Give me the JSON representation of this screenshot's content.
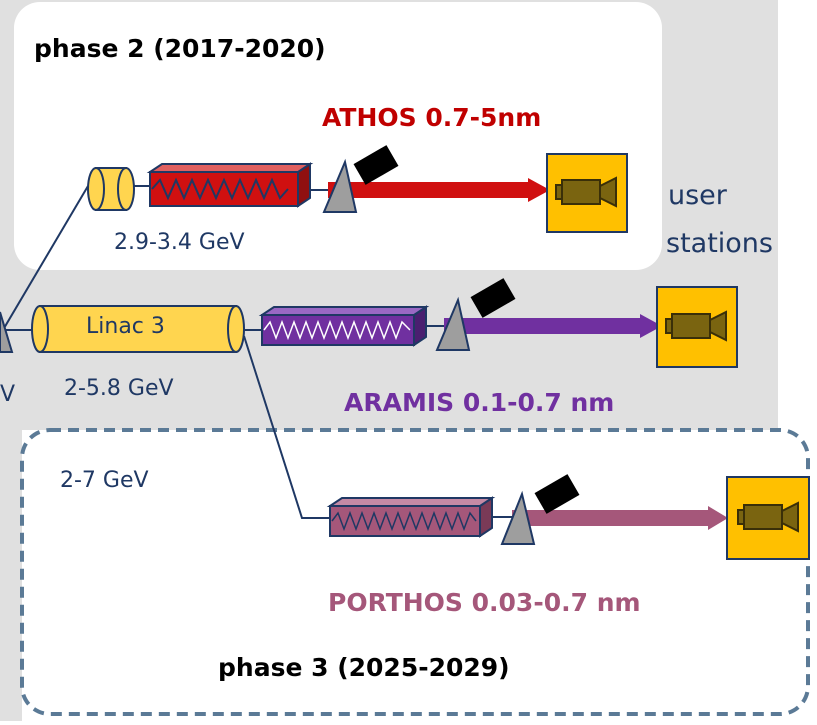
{
  "phase2": {
    "title": "phase 2  (2017-2020)"
  },
  "phase3": {
    "title": "phase 3 (2025-2029)"
  },
  "athos": {
    "label": "ATHOS 0.7-5nm",
    "energy": "2.9-3.4 GeV",
    "color": "#c00000"
  },
  "aramis": {
    "label": "ARAMIS 0.1-0.7 nm",
    "energy": "2-5.8 GeV",
    "color": "#7030a0"
  },
  "porthos": {
    "label": "PORTHOS 0.03-0.7 nm",
    "energy": "2-7  GeV",
    "color": "#a5577a"
  },
  "linac3": {
    "label": "Linac 3"
  },
  "stations": {
    "line1": "user",
    "line2": "stations"
  },
  "edge": {
    "letter": "V"
  },
  "icons": [
    "accelerator-cylinder",
    "undulator",
    "beam-arrow",
    "triangle-deflector",
    "detector",
    "camera-station-icon"
  ],
  "colors": {
    "background_panel": "#e0e0e0",
    "linac_fill": "#ffd54f",
    "station_fill": "#ffc000",
    "camera": "#7a6410",
    "deflector": "#9e9e9e",
    "dashed_border": "#5b7a96",
    "text_dark": "#1f3864"
  }
}
